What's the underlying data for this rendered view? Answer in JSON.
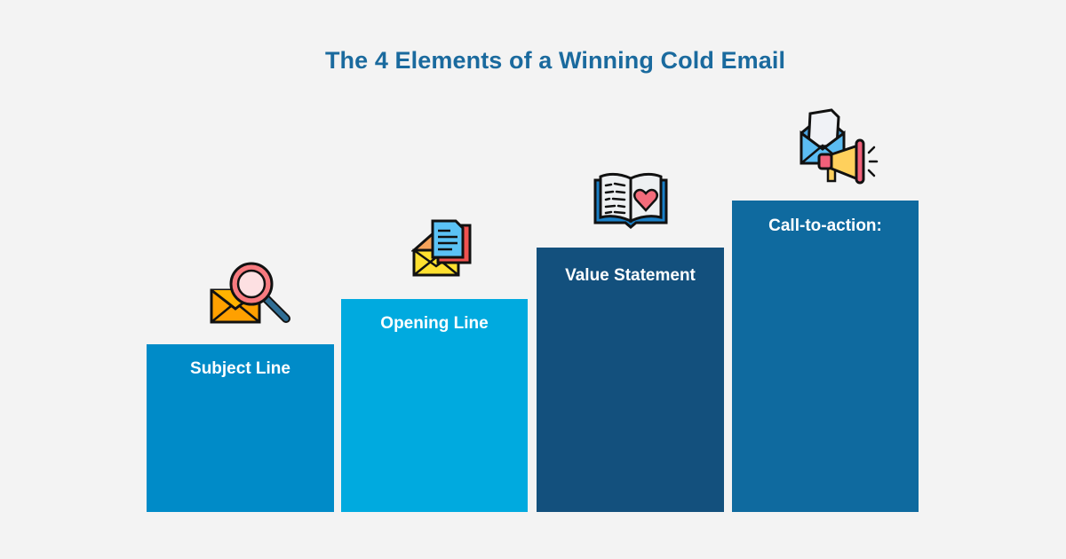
{
  "title": "The 4 Elements of a Winning Cold Email",
  "steps": [
    {
      "label": "Subject Line",
      "color": "#008bc8",
      "icon": "envelope-magnifier-icon"
    },
    {
      "label": "Opening Line",
      "color": "#00aadf",
      "icon": "envelope-document-icon"
    },
    {
      "label": "Value Statement",
      "color": "#13507d",
      "icon": "open-book-heart-icon"
    },
    {
      "label": "Call-to-action:",
      "color": "#0f6a9f",
      "icon": "envelope-megaphone-icon"
    }
  ],
  "colors": {
    "background": "#f3f3f3",
    "title": "#1a6a9e"
  }
}
